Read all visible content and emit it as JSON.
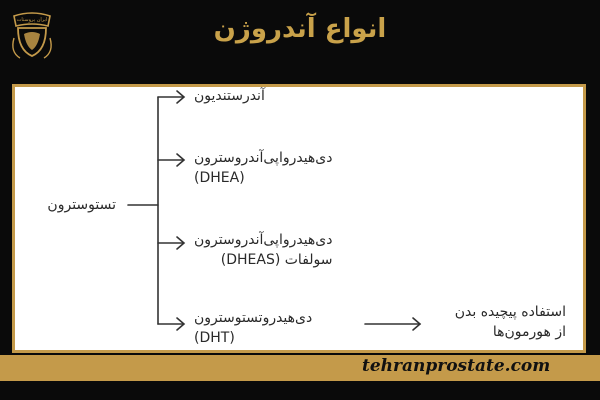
{
  "header": {
    "title": "انواع آندروژن",
    "logo_text": "ایران پروستات"
  },
  "diagram": {
    "root": "تستوسترون",
    "branches": [
      {
        "line1": "آندرستندیون",
        "line2": ""
      },
      {
        "line1": "دی‌هیدرواپی‌آندروسترون",
        "line2": "(DHEA)"
      },
      {
        "line1": "دی‌هیدرواپی‌آندروسترون",
        "line2": "سولفات (DHEAS)"
      },
      {
        "line1": "دی‌هیدروتستوسترون",
        "line2": "(DHT)"
      }
    ],
    "outcome": {
      "line1": "استفاده پیچیده بدن",
      "line2": "از هورمون‌ها"
    }
  },
  "footer": {
    "website": "tehranprostate.com"
  },
  "colors": {
    "gold": "#c49a4a",
    "title_gold": "#c9a24a",
    "background": "#0a0a0a",
    "panel": "#ffffff"
  }
}
